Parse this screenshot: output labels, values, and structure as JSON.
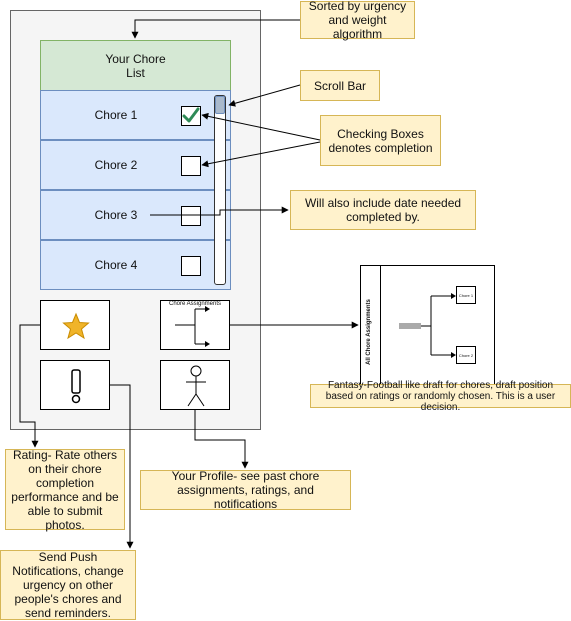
{
  "chore_list": {
    "title": "Your Chore\nList",
    "chores": [
      {
        "label": "Chore 1",
        "checked": true
      },
      {
        "label": "Chore 2",
        "checked": false
      },
      {
        "label": "Chore 3",
        "checked": false
      },
      {
        "label": "Chore 4",
        "checked": false
      }
    ]
  },
  "tiles": {
    "chore_assignments_label": "Chore Assignments",
    "rating_icon": "star-icon",
    "notifications_icon": "exclamation-icon",
    "profile_icon": "person-icon"
  },
  "draft_panel": {
    "vertical_label": "All Chore Assignments",
    "chore_a": "Chore 1",
    "chore_b": "Chore 2"
  },
  "annotations": {
    "sorted": "Sorted by urgency and weight algorithm",
    "scroll": "Scroll Bar",
    "checking": "Checking Boxes denotes completion",
    "date": "Will also include date needed completed by.",
    "draft": "Fantasy-Football like draft for chores, draft position based on ratings or randomly chosen. This is a user decision.",
    "profile": "Your Profile- see past chore assignments, ratings, and notifications",
    "rating": "Rating- Rate others on their chore completion performance and be able to submit photos.",
    "push": "Send Push Notifications, change urgency on other people's chores and send reminders."
  },
  "colors": {
    "header_fill": "#d5e8d4",
    "chore_fill": "#dae8fc",
    "note_fill": "#fff2cc",
    "check_green": "#2e8b57",
    "star_fill": "#f0b429"
  }
}
